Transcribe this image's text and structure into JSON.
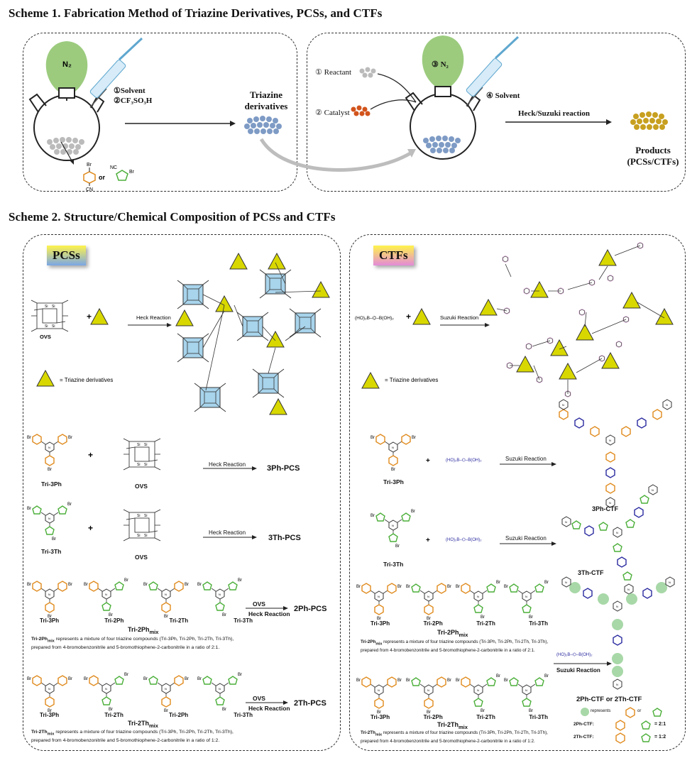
{
  "scheme1": {
    "title": "Scheme 1. Fabrication Method of Triazine Derivatives, PCSs, and CTFs",
    "n2_left": "N₂",
    "step_solvent": "①Solvent",
    "step_acid": "②CF₃SO₃H",
    "triazine_title": "Triazine",
    "triazine_sub": "derivatives",
    "or_text": "or",
    "reactant": "① Reactant",
    "catalyst": "② Catalyst",
    "n2_right": "③ N₂",
    "solvent_right": "④ Solvent",
    "reaction": "Heck/Suzuki reaction",
    "products": "Products",
    "products_sub": "(PCSs/CTFs)"
  },
  "scheme2": {
    "title": "Scheme 2. Structure/Chemical Composition of PCSs and CTFs",
    "pcs": {
      "tag": "PCSs",
      "ovs": "OVS",
      "heck": "Heck Reaction",
      "legend": "= Triazine derivatives",
      "rows": [
        {
          "left": "Tri-3Ph",
          "mid": "OVS",
          "arrow": "Heck Reaction",
          "product": "3Ph-PCS"
        },
        {
          "left": "Tri-3Th",
          "mid": "OVS",
          "arrow": "Heck Reaction",
          "product": "3Th-PCS"
        }
      ],
      "mix1": {
        "names": [
          "Tri-3Ph",
          "Tri-2Ph",
          "Tri-2Th",
          "Tri-3Th"
        ],
        "mix": "Tri-2Ph",
        "sub": "mix",
        "over": "OVS",
        "under": "Heck Reaction",
        "product": "2Ph-PCS",
        "note1": "represents a mixture of four triazine compounds (Tri-3Ph, Tri-2Ph, Tri-2Th, Tri-3Th),",
        "note2": "prepared from 4-bromobenzonitrile and 5-bromothiophene-2-carbonitrile in a ratio of 2:1."
      },
      "mix2": {
        "names": [
          "Tri-3Ph",
          "Tri-2Th",
          "Tri-2Ph",
          "Tri-3Th"
        ],
        "mix": "Tri-2Th",
        "sub": "mix",
        "over": "OVS",
        "under": "Heck Reaction",
        "product": "2Th-PCS",
        "note1": "represents a mixture of four triazine compounds (Tri-3Ph, Tri-2Ph, Tri-2Th, Tri-3Th),",
        "note2": "prepared from 4-bromobenzonitrile and 5-bromothiophene-2-carbonitrile in a ratio of 1:2."
      }
    },
    "ctf": {
      "tag": "CTFs",
      "boronic": "(HO)₂B–⌬–B(OH)₂",
      "suzuki": "Suzuki Reaction",
      "legend": "= Triazine derivatives",
      "rows": [
        {
          "left": "Tri-3Ph",
          "arrow": "Suzuki Reaction",
          "product": "3Ph-CTF"
        },
        {
          "left": "Tri-3Th",
          "arrow": "Suzuki Reaction",
          "product": "3Th-CTF"
        }
      ],
      "mix1": {
        "names": [
          "Tri-3Ph",
          "Tri-2Ph",
          "Tri-2Th",
          "Tri-3Th"
        ],
        "mix": "Tri-2Ph",
        "sub": "mix",
        "note1": "represents a mixture of four triazine compounds (Tri-3Ph, Tri-2Ph, Tri-2Th, Tri-3Th),",
        "note2": "prepared from 4-bromobenzonitrile and 5-bromothiophene-2-carbonitrile in a ratio of 2:1."
      },
      "mix2": {
        "names": [
          "Tri-3Ph",
          "Tri-2Ph",
          "Tri-2Th",
          "Tri-3Th"
        ],
        "mix": "Tri-2Th",
        "sub": "mix",
        "note1": "represents a mixture of four triazine compounds (Tri-3Ph, Tri-2Ph, Tri-2Th, Tri-3Th),",
        "note2": "prepared from 4-bromobenzonitrile and 5-bromothiophene-2-carbonitrile in a ratio of 1:2."
      },
      "mix_arrow": "Suzuki Reaction",
      "mix_product": "2Ph-CTF or 2Th-CTF",
      "represents": "represents",
      "or": "or",
      "ratio1_label": "2Ph-CTF:",
      "ratio1": "= 2:1",
      "ratio2_label": "2Th-CTF:",
      "ratio2": "= 1:2"
    }
  },
  "colors": {
    "phenyl": "#e08a1c",
    "thiophene": "#4caf3a",
    "linker": "#2a2aa0",
    "triazine": "#d8d800",
    "cage": "#a8d4ec",
    "balloon": "#9ccb7e",
    "pink": "#e08ad8",
    "product": "#c8a020",
    "rule": "#2b5c9e"
  }
}
